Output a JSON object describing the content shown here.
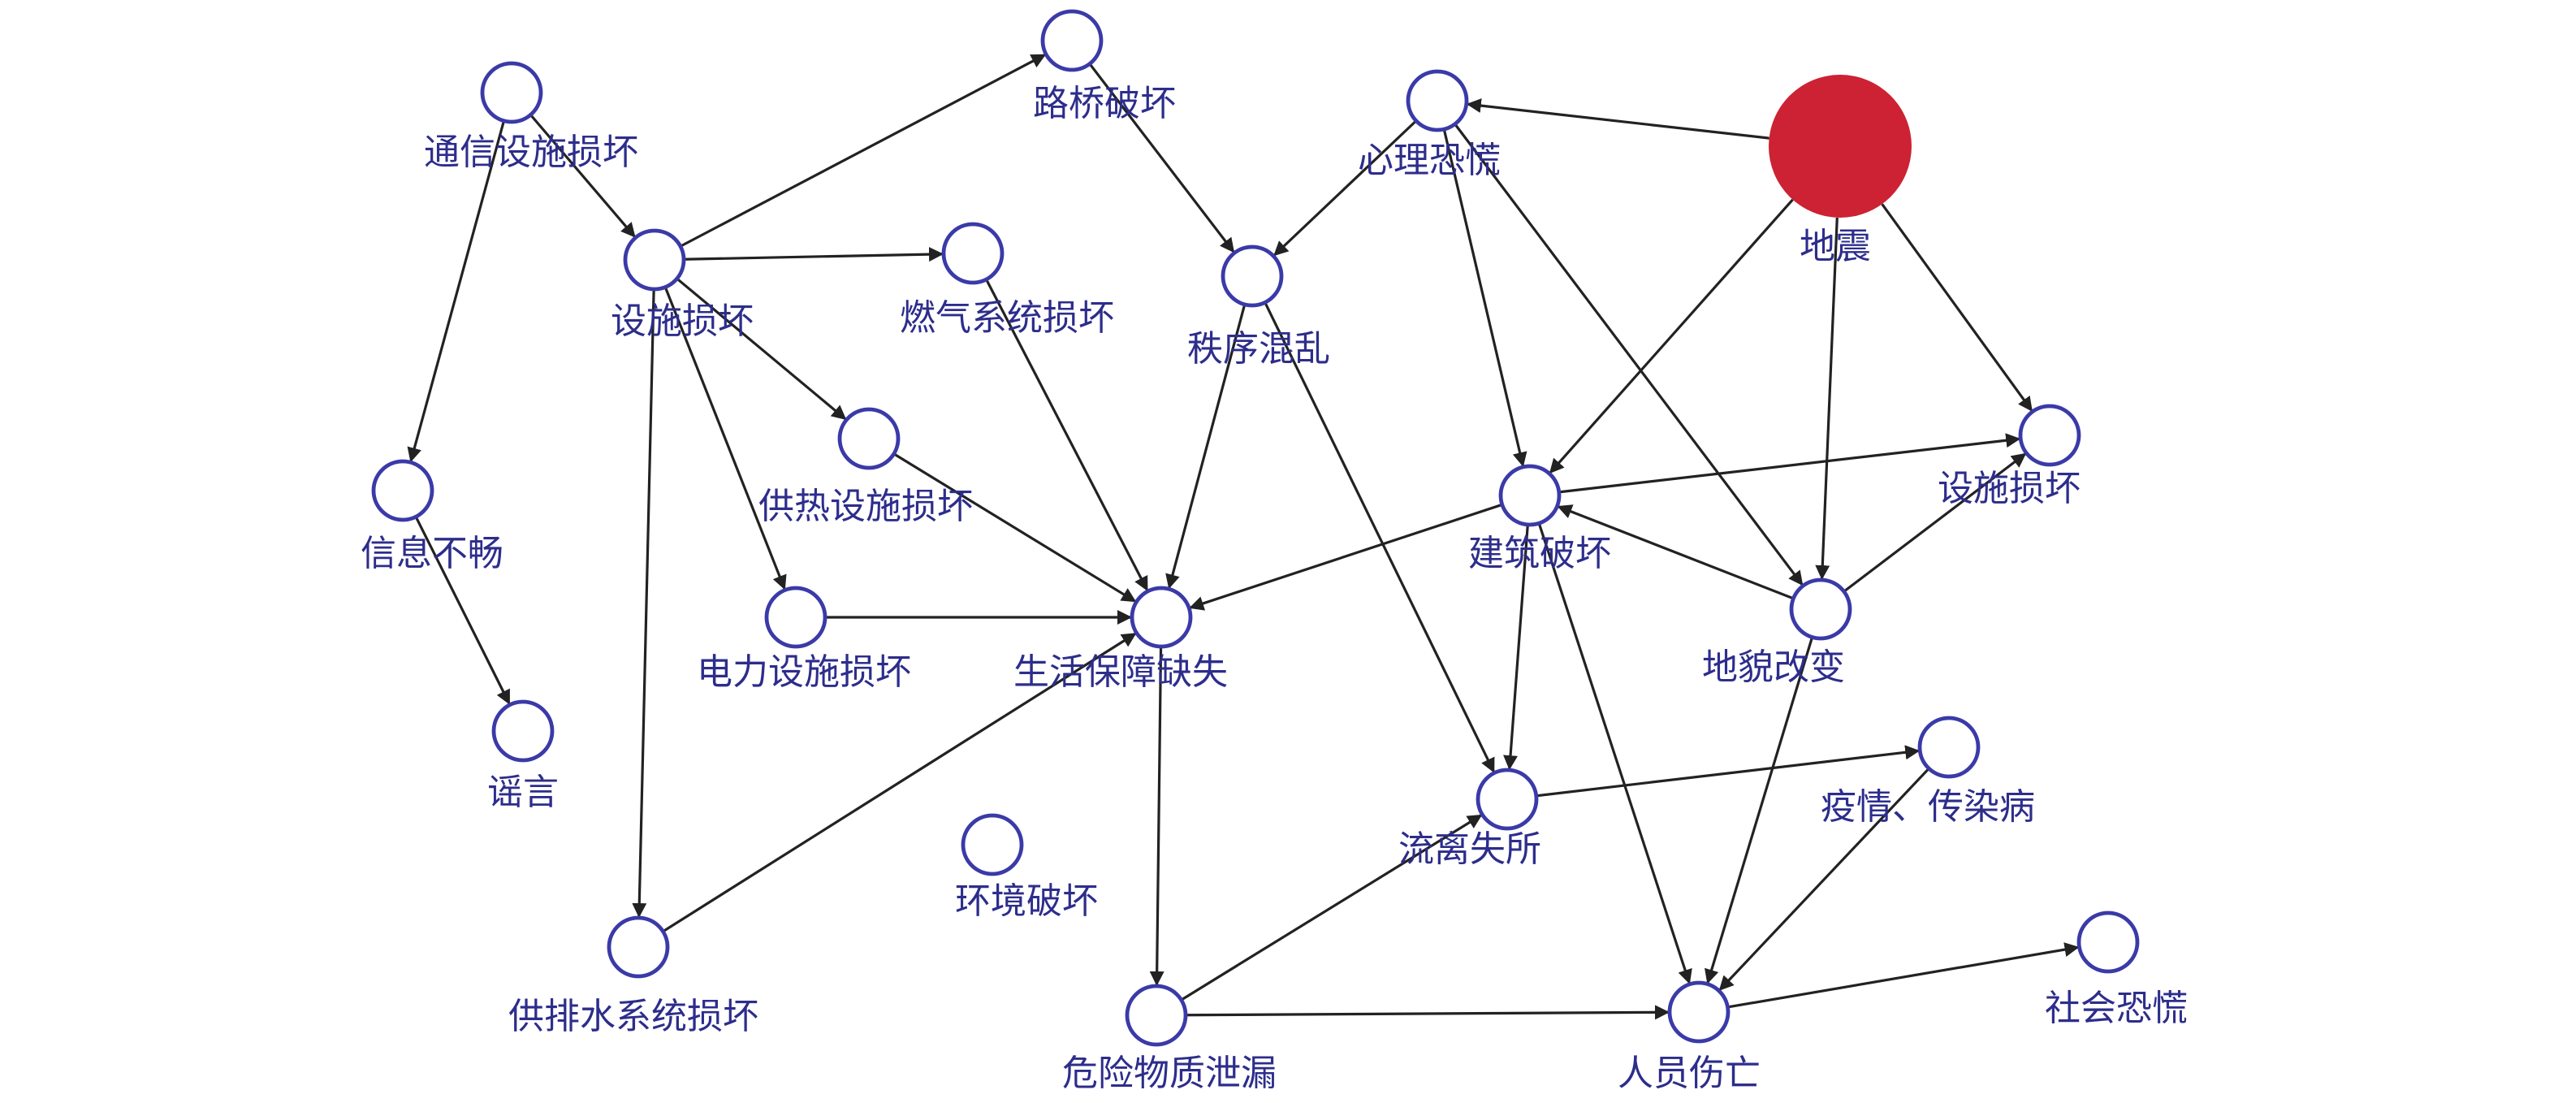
{
  "colors": {
    "node_stroke": "#3a3aa8",
    "root_fill": "#cc2233",
    "edge": "#222222",
    "label": "#2d2d8c"
  },
  "nodes": {
    "tongxin": "通信设施损坏",
    "luqiao": "路桥破坏",
    "xinli": "心理恐慌",
    "dizhen": "地震",
    "sheshi1": "设施损坏",
    "ranqi": "燃气系统损坏",
    "zhixu": "秩序混乱",
    "gongre": "供热设施损坏",
    "xinxi": "信息不畅",
    "jianzhu": "建筑破坏",
    "sheshi2": "设施损坏",
    "dianli": "电力设施损坏",
    "shenghuo": "生活保障缺失",
    "dimao": "地貌改变",
    "yaoyan": "谣言",
    "yiqing": "疫情、传染病",
    "liuli": "流离失所",
    "huanjing": "环境破坏",
    "gongpai": "供排水系统损坏",
    "shehui": "社会恐慌",
    "weixian": "危险物质泄漏",
    "renyuan": "人员伤亡"
  },
  "edges": [
    [
      "tongxin",
      "xinxi"
    ],
    [
      "tongxin",
      "sheshi1"
    ],
    [
      "xinxi",
      "yaoyan"
    ],
    [
      "sheshi1",
      "luqiao"
    ],
    [
      "sheshi1",
      "ranqi"
    ],
    [
      "sheshi1",
      "gongre"
    ],
    [
      "sheshi1",
      "dianli"
    ],
    [
      "sheshi1",
      "gongpai"
    ],
    [
      "luqiao",
      "zhixu"
    ],
    [
      "xinli",
      "zhixu"
    ],
    [
      "dizhen",
      "xinli"
    ],
    [
      "dizhen",
      "jianzhu"
    ],
    [
      "dizhen",
      "dimao"
    ],
    [
      "dizhen",
      "sheshi2"
    ],
    [
      "ranqi",
      "shenghuo"
    ],
    [
      "gongre",
      "shenghuo"
    ],
    [
      "dianli",
      "shenghuo"
    ],
    [
      "zhixu",
      "shenghuo"
    ],
    [
      "gongpai",
      "shenghuo"
    ],
    [
      "jianzhu",
      "shenghuo"
    ],
    [
      "jianzhu",
      "sheshi2"
    ],
    [
      "jianzhu",
      "liuli"
    ],
    [
      "jianzhu",
      "renyuan"
    ],
    [
      "xinli",
      "jianzhu"
    ],
    [
      "xinli",
      "dimao"
    ],
    [
      "dimao",
      "jianzhu"
    ],
    [
      "dimao",
      "sheshi2"
    ],
    [
      "dimao",
      "renyuan"
    ],
    [
      "zhixu",
      "liuli"
    ],
    [
      "liuli",
      "yiqing"
    ],
    [
      "shenghuo",
      "weixian"
    ],
    [
      "weixian",
      "liuli"
    ],
    [
      "weixian",
      "renyuan"
    ],
    [
      "yiqing",
      "renyuan"
    ],
    [
      "renyuan",
      "shehui"
    ]
  ]
}
